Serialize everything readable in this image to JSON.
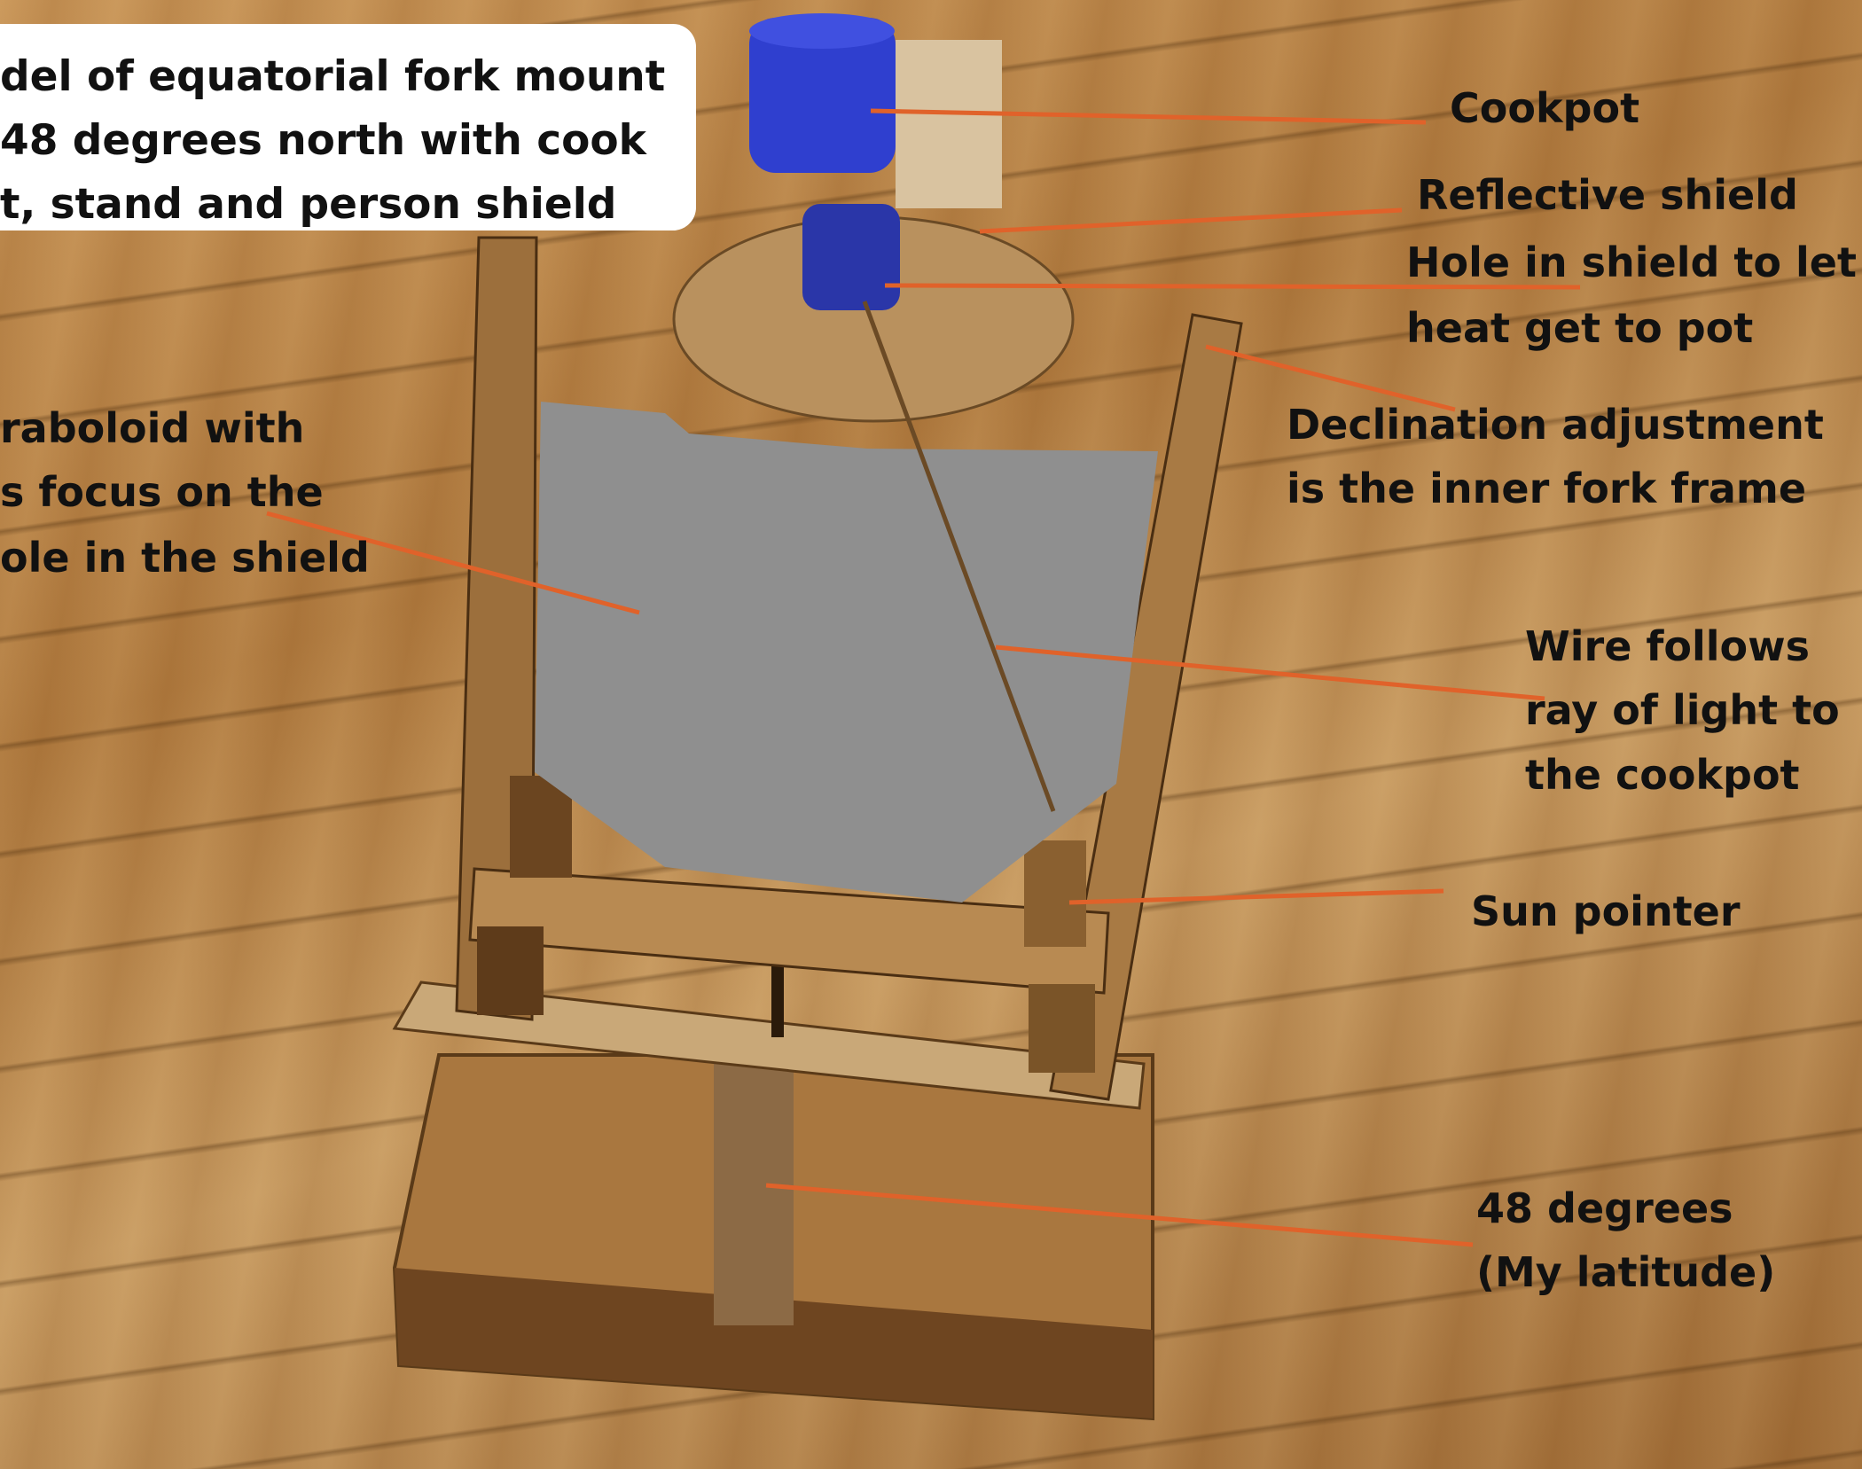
{
  "title": {
    "lines": [
      "del of equatorial fork mount",
      " 48 degrees north with cook",
      "t, stand and person shield"
    ]
  },
  "labels": {
    "cookpot": "Cookpot",
    "reflective_shield": "Reflective shield",
    "hole_line1": "Hole in shield to let",
    "hole_line2": "heat get to pot",
    "declination_line1": "Declination adjustment",
    "declination_line2": "is the inner fork frame",
    "paraboloid_line1": "raboloid with",
    "paraboloid_line2": "s focus on the",
    "paraboloid_line3": "ole in the shield",
    "wire_line1": "Wire follows",
    "wire_line2": "ray of light to",
    "wire_line3": "the cookpot",
    "sun_pointer": "Sun pointer",
    "latitude_line1": "48 degrees",
    "latitude_line2": "(My latitude)"
  },
  "colors": {
    "leader_line": "#e0622a",
    "redaction_fill": "#8f8f8f",
    "cookpot": "#2f3fcf"
  }
}
